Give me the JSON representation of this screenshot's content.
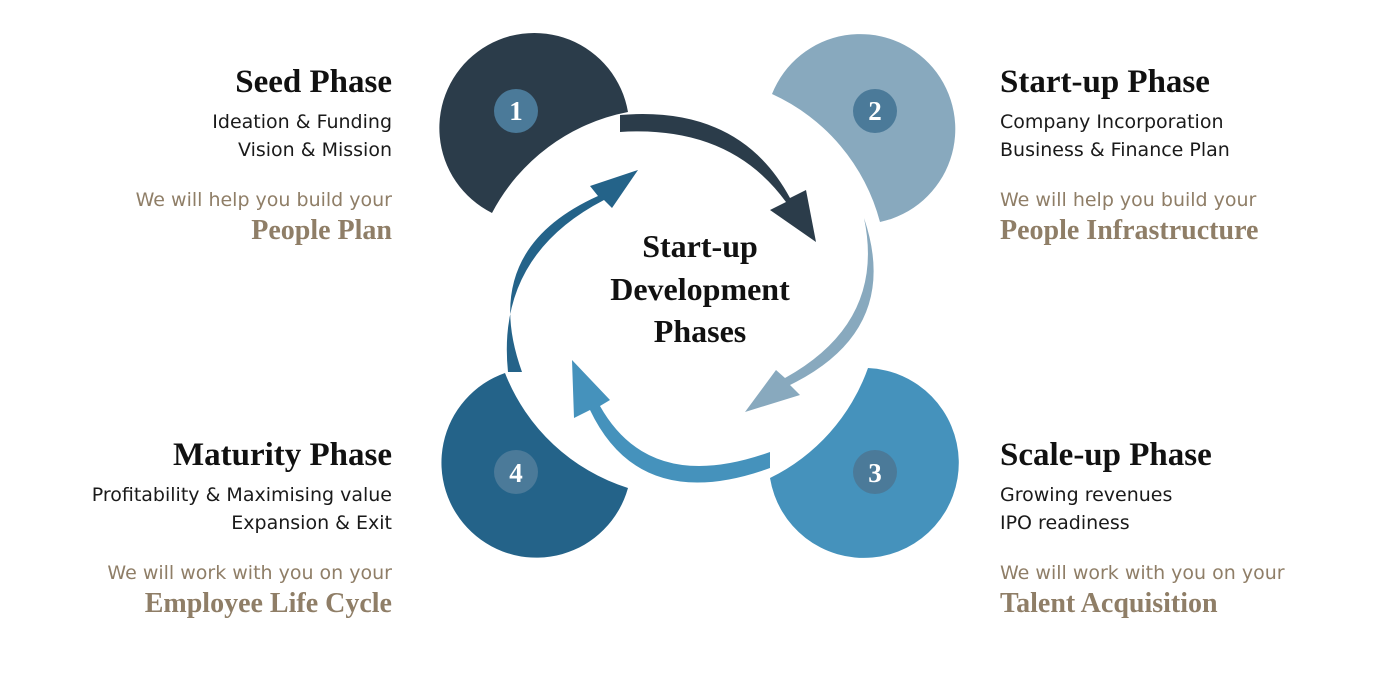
{
  "center": {
    "line1": "Start-up",
    "line2": "Development",
    "line3": "Phases"
  },
  "colors": {
    "phase1": "#2b3c4a",
    "phase2": "#88a9be",
    "phase3": "#4592bc",
    "phase4": "#246389",
    "number_badge": "#4b7a99",
    "help_text": "#8f7e67",
    "title_text": "#111111"
  },
  "phases": [
    {
      "number": "1",
      "title": "Seed Phase",
      "lines": [
        "Ideation & Funding",
        "Vision & Mission"
      ],
      "help": "We will help you build your",
      "service": "People Plan"
    },
    {
      "number": "2",
      "title": "Start-up Phase",
      "lines": [
        "Company Incorporation",
        "Business & Finance Plan"
      ],
      "help": "We will help you build your",
      "service": "People Infrastructure"
    },
    {
      "number": "3",
      "title": "Scale-up Phase",
      "lines": [
        "Growing revenues",
        "IPO readiness"
      ],
      "help": "We will work with you on your",
      "service": "Talent Acquisition"
    },
    {
      "number": "4",
      "title": "Maturity Phase",
      "lines": [
        "Profitability & Maximising value",
        "Expansion & Exit"
      ],
      "help": "We will work with you on your",
      "service": "Employee Life Cycle"
    }
  ]
}
